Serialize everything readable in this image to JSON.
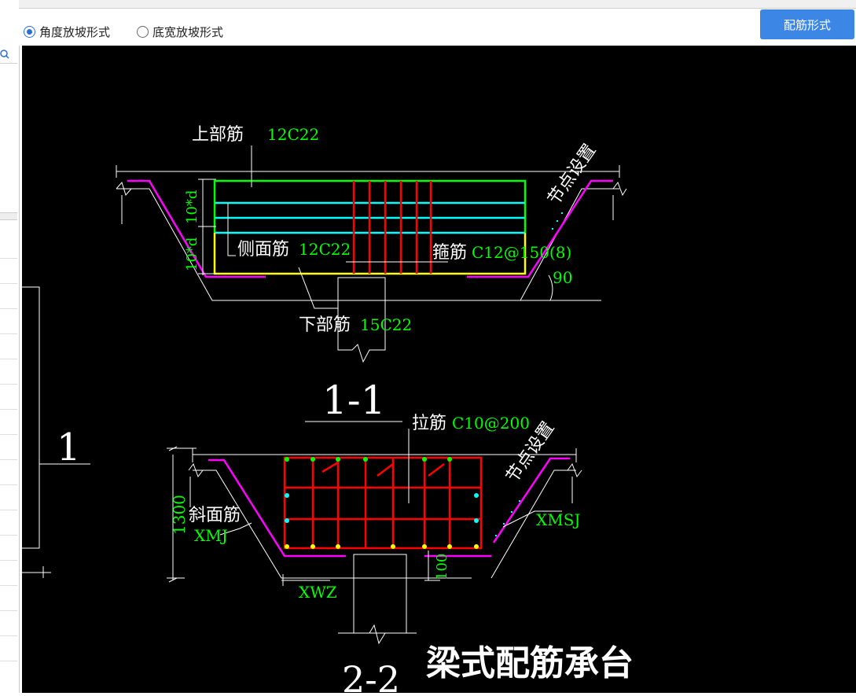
{
  "toolbar": {
    "radio_angle": "角度放坡形式",
    "radio_width": "底宽放坡形式",
    "rebar_button": "配筋形式",
    "selected": "angle"
  },
  "drawing": {
    "section1_top_label": "上部筋",
    "section1_top_value": "12C22",
    "section1_side_label": "侧面筋",
    "section1_side_value": "12C22",
    "section1_stirrup_label": "箍筋",
    "section1_stirrup_value": "C12@150(8)",
    "section1_bottom_label": "下部筋",
    "section1_bottom_value": "15C22",
    "section1_dim_top": "10*d",
    "section1_dim_bottom": "10*d",
    "section1_angle": "90",
    "section1_node": "节点设置",
    "section1_title": "1-1",
    "section2_tie_label": "拉筋",
    "section2_tie_value": "C10@200",
    "section2_node": "节点设置",
    "section2_slope_label": "斜面筋",
    "section2_xmj": "XMJ",
    "section2_xmsj": "XMSJ",
    "section2_xwz": "XWZ",
    "section2_dim_height": "1300",
    "section2_dim_small": "100",
    "section2_title": "2-2",
    "left_marker": "1",
    "main_title": "梁式配筋承台"
  },
  "colors": {
    "accent": "#3c86e6",
    "canvas_bg": "#000000",
    "rebar_green": "#00ff00",
    "rebar_cyan": "#00ffff",
    "rebar_red": "#ff0000",
    "rebar_yellow": "#ffff00",
    "rebar_magenta": "#ff00ff"
  }
}
